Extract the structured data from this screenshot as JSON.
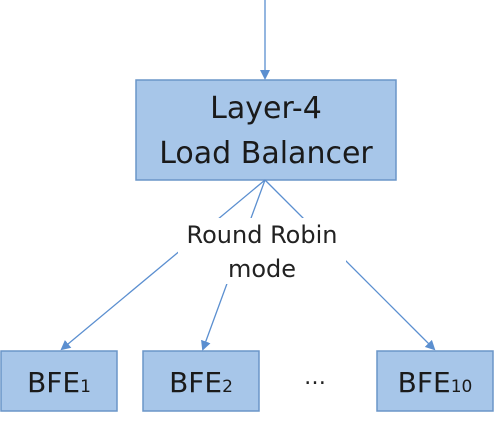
{
  "colors": {
    "box_fill": "#a7c6e9",
    "box_stroke": "#6a95c8",
    "arrow": "#5b8fd0"
  },
  "load_balancer": {
    "line1": "Layer-4",
    "line2": "Load Balancer"
  },
  "edge_label": {
    "line1": "Round Robin",
    "line2": "mode"
  },
  "backends": [
    {
      "name": "BFE",
      "index": "1"
    },
    {
      "name": "BFE",
      "index": "2"
    },
    {
      "name": "BFE",
      "index": "10"
    }
  ],
  "ellipsis": "…"
}
